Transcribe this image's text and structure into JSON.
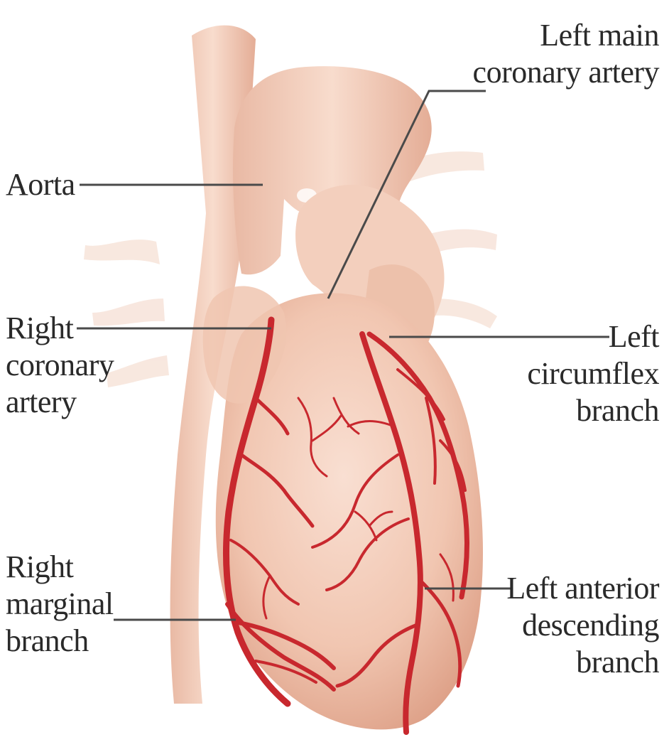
{
  "labels": {
    "left_main": [
      "Left main",
      "coronary artery"
    ],
    "aorta": [
      "Aorta"
    ],
    "right_coronary": [
      "Right",
      "coronary",
      "artery"
    ],
    "left_circumflex": [
      "Left",
      "circumflex",
      "branch"
    ],
    "right_marginal": [
      "Right",
      "marginal",
      "branch"
    ],
    "left_anterior": [
      "Left anterior",
      "descending",
      "branch"
    ]
  },
  "colors": {
    "background": "#ffffff",
    "heart_tissue": "#f2c9b4",
    "heart_shadow": "#e3a88f",
    "artery": "#c8282e",
    "leader_line": "#4a4a4a",
    "text": "#2a2a2a"
  }
}
